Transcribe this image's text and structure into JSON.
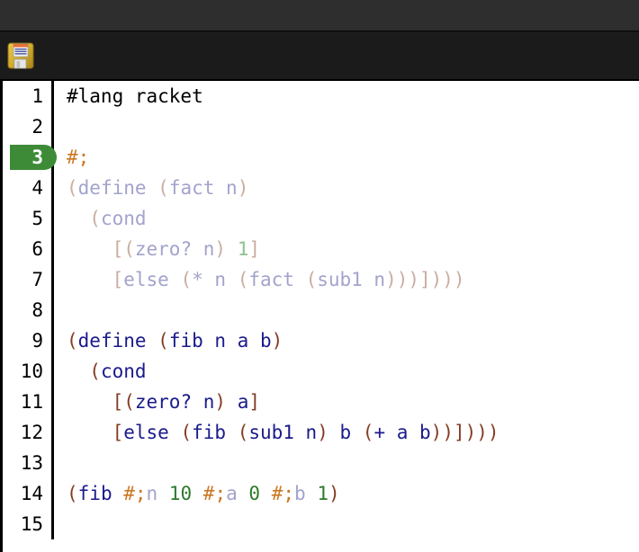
{
  "window": {
    "titlebar_color": "#2e2e2e",
    "toolbar_color": "#1b1b1b"
  },
  "toolbar": {
    "save_icon_name": "floppy-disk-save-icon",
    "save_tooltip": "Save"
  },
  "editor": {
    "language": "racket",
    "current_line": 3,
    "background": "#ffffff",
    "gutter_background": "#ffffff",
    "current_line_badge_color": "#3d8b37",
    "colors": {
      "plain": "#000000",
      "paren": "#843c24",
      "identifier": "#1a1a8c",
      "number": "#2d7a2d",
      "datum_comment_hash": "#cc7722",
      "paren_faded": "#c9ada0",
      "identifier_faded": "#a3a3cc",
      "number_faded": "#8fc08f"
    },
    "lines": [
      {
        "number": "1",
        "current": false,
        "tokens": [
          {
            "text": "#lang racket",
            "style": "t-plain"
          }
        ]
      },
      {
        "number": "2",
        "current": false,
        "tokens": []
      },
      {
        "number": "3",
        "current": true,
        "tokens": [
          {
            "text": "#;",
            "style": "t-hash"
          }
        ]
      },
      {
        "number": "4",
        "current": false,
        "tokens": [
          {
            "text": "(",
            "style": "t-paren-f"
          },
          {
            "text": "define ",
            "style": "t-ident-f"
          },
          {
            "text": "(",
            "style": "t-paren-f"
          },
          {
            "text": "fact n",
            "style": "t-ident-f"
          },
          {
            "text": ")",
            "style": "t-paren-f"
          }
        ]
      },
      {
        "number": "5",
        "current": false,
        "tokens": [
          {
            "text": "  ",
            "style": "t-plain"
          },
          {
            "text": "(",
            "style": "t-paren-f"
          },
          {
            "text": "cond",
            "style": "t-ident-f"
          }
        ]
      },
      {
        "number": "6",
        "current": false,
        "tokens": [
          {
            "text": "    ",
            "style": "t-plain"
          },
          {
            "text": "[(",
            "style": "t-paren-f"
          },
          {
            "text": "zero? n",
            "style": "t-ident-f"
          },
          {
            "text": ") ",
            "style": "t-paren-f"
          },
          {
            "text": "1",
            "style": "t-num-f"
          },
          {
            "text": "]",
            "style": "t-paren-f"
          }
        ]
      },
      {
        "number": "7",
        "current": false,
        "tokens": [
          {
            "text": "    ",
            "style": "t-plain"
          },
          {
            "text": "[",
            "style": "t-paren-f"
          },
          {
            "text": "else ",
            "style": "t-ident-f"
          },
          {
            "text": "(",
            "style": "t-paren-f"
          },
          {
            "text": "* n ",
            "style": "t-ident-f"
          },
          {
            "text": "(",
            "style": "t-paren-f"
          },
          {
            "text": "fact ",
            "style": "t-ident-f"
          },
          {
            "text": "(",
            "style": "t-paren-f"
          },
          {
            "text": "sub1 n",
            "style": "t-ident-f"
          },
          {
            "text": ")))])))",
            "style": "t-paren-f"
          }
        ]
      },
      {
        "number": "8",
        "current": false,
        "tokens": []
      },
      {
        "number": "9",
        "current": false,
        "tokens": [
          {
            "text": "(",
            "style": "t-paren"
          },
          {
            "text": "define ",
            "style": "t-ident"
          },
          {
            "text": "(",
            "style": "t-paren"
          },
          {
            "text": "fib n a b",
            "style": "t-ident"
          },
          {
            "text": ")",
            "style": "t-paren"
          }
        ]
      },
      {
        "number": "10",
        "current": false,
        "tokens": [
          {
            "text": "  ",
            "style": "t-plain"
          },
          {
            "text": "(",
            "style": "t-paren"
          },
          {
            "text": "cond",
            "style": "t-ident"
          }
        ]
      },
      {
        "number": "11",
        "current": false,
        "tokens": [
          {
            "text": "    ",
            "style": "t-plain"
          },
          {
            "text": "[(",
            "style": "t-paren"
          },
          {
            "text": "zero? n",
            "style": "t-ident"
          },
          {
            "text": ") ",
            "style": "t-paren"
          },
          {
            "text": "a",
            "style": "t-ident"
          },
          {
            "text": "]",
            "style": "t-paren"
          }
        ]
      },
      {
        "number": "12",
        "current": false,
        "tokens": [
          {
            "text": "    ",
            "style": "t-plain"
          },
          {
            "text": "[",
            "style": "t-paren"
          },
          {
            "text": "else ",
            "style": "t-ident"
          },
          {
            "text": "(",
            "style": "t-paren"
          },
          {
            "text": "fib ",
            "style": "t-ident"
          },
          {
            "text": "(",
            "style": "t-paren"
          },
          {
            "text": "sub1 n",
            "style": "t-ident"
          },
          {
            "text": ") ",
            "style": "t-paren"
          },
          {
            "text": "b ",
            "style": "t-ident"
          },
          {
            "text": "(",
            "style": "t-paren"
          },
          {
            "text": "+ a b",
            "style": "t-ident"
          },
          {
            "text": "))])))",
            "style": "t-paren"
          }
        ]
      },
      {
        "number": "13",
        "current": false,
        "tokens": []
      },
      {
        "number": "14",
        "current": false,
        "tokens": [
          {
            "text": "(",
            "style": "t-paren"
          },
          {
            "text": "fib ",
            "style": "t-ident"
          },
          {
            "text": "#;",
            "style": "t-hash"
          },
          {
            "text": "n",
            "style": "t-ident-f"
          },
          {
            "text": " ",
            "style": "t-plain"
          },
          {
            "text": "10",
            "style": "t-num"
          },
          {
            "text": " ",
            "style": "t-plain"
          },
          {
            "text": "#;",
            "style": "t-hash"
          },
          {
            "text": "a",
            "style": "t-ident-f"
          },
          {
            "text": " ",
            "style": "t-plain"
          },
          {
            "text": "0",
            "style": "t-num"
          },
          {
            "text": " ",
            "style": "t-plain"
          },
          {
            "text": "#;",
            "style": "t-hash"
          },
          {
            "text": "b",
            "style": "t-ident-f"
          },
          {
            "text": " ",
            "style": "t-plain"
          },
          {
            "text": "1",
            "style": "t-num"
          },
          {
            "text": ")",
            "style": "t-paren"
          }
        ]
      },
      {
        "number": "15",
        "current": false,
        "tokens": []
      }
    ]
  }
}
